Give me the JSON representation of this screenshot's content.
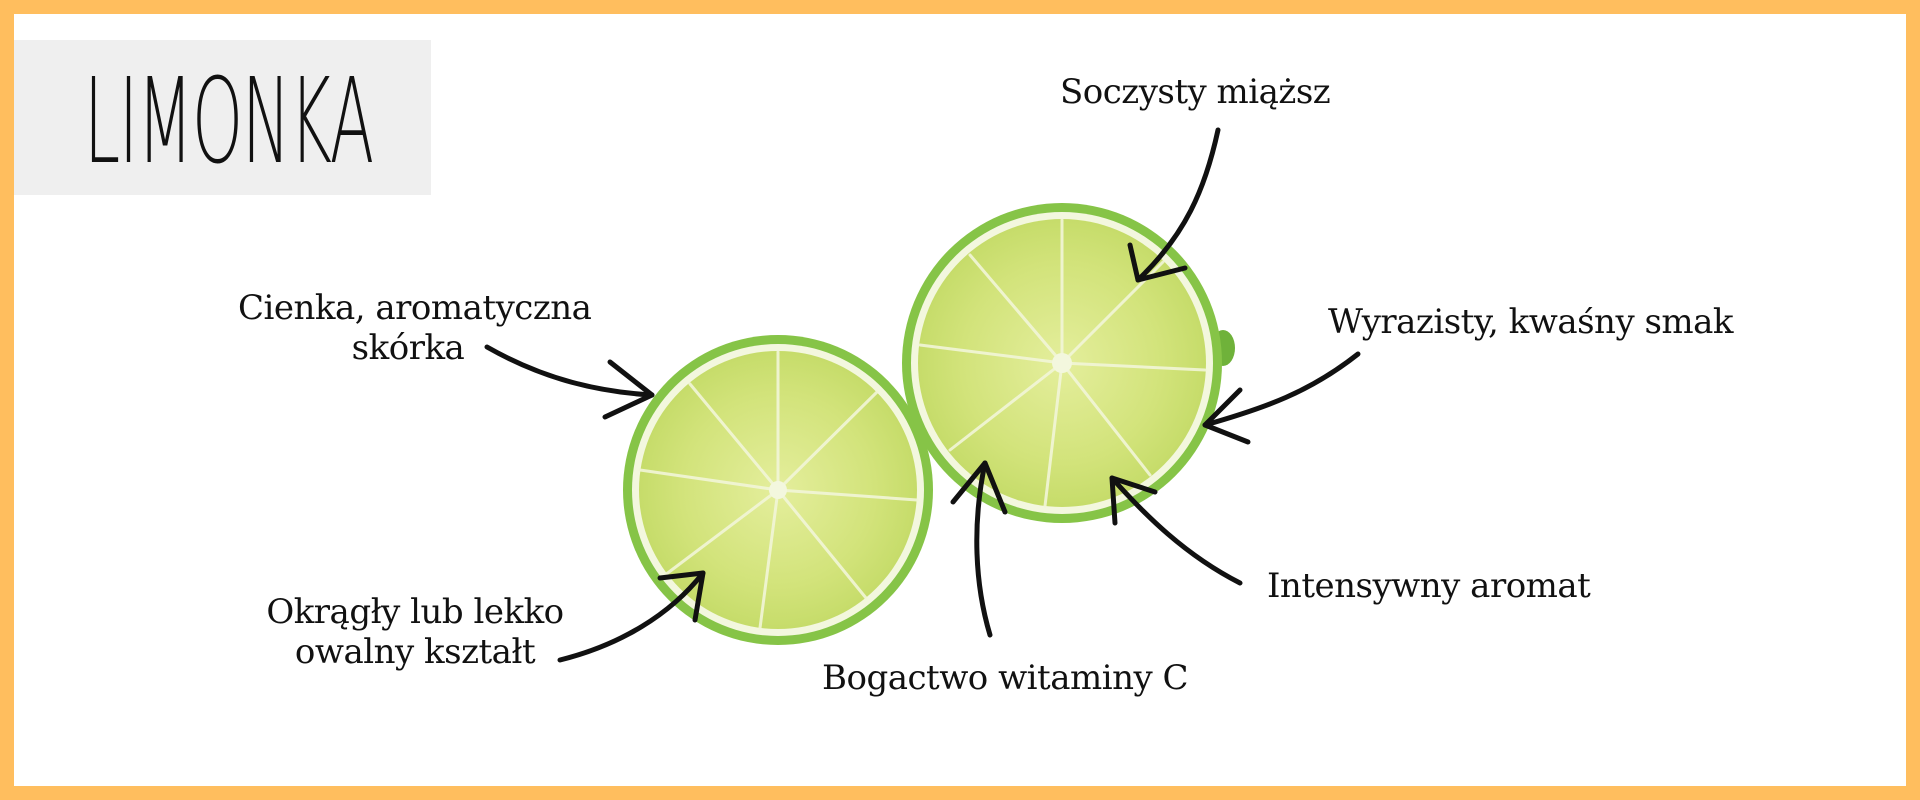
{
  "title": "LIMONKA",
  "labels": {
    "miazsz": "Soczysty miąższ",
    "skorka_line1": "Cienka, aromatyczna",
    "skorka_line2": "skórka",
    "smak": "Wyrazisty, kwaśny smak",
    "aromat": "Intensywny aromat",
    "ksztalt_line1": "Okrągły lub lekko",
    "ksztalt_line2": "owalny kształt",
    "witamina": "Bogactwo witaminy C"
  },
  "colors": {
    "border": "#FFBE5E",
    "title_bg": "#EFEFEF",
    "rind": "#7CC242",
    "flesh": "#D4E57A",
    "text": "#111111"
  }
}
